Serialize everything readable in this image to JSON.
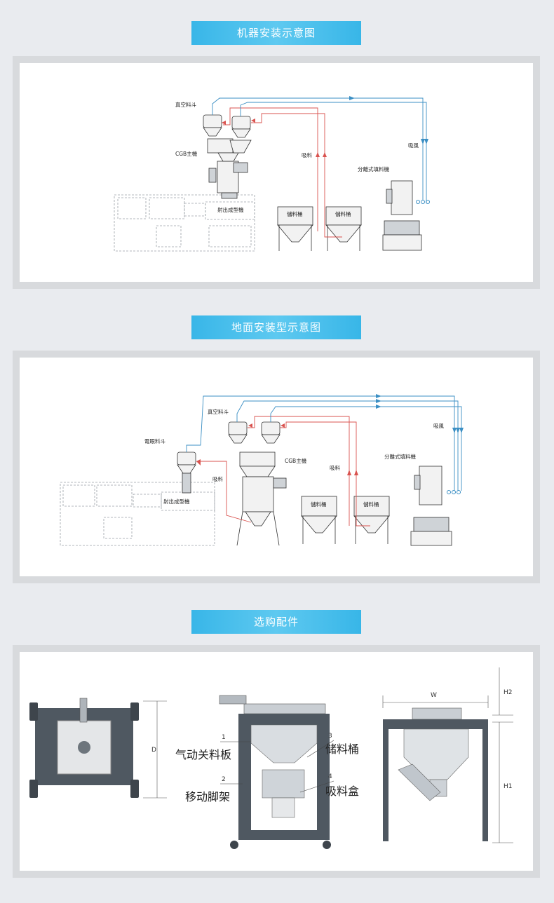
{
  "sections": [
    {
      "title": "机器安装示意图",
      "labels": {
        "hopper": "真空料斗",
        "main": "CGB主機",
        "injection": "射出成型機",
        "suction_air": "吸風",
        "suction_mat": "吸料",
        "separator": "分離式填料機",
        "bin1": "儲料桶",
        "bin2": "儲料桶"
      }
    },
    {
      "title": "地面安装型示意图",
      "labels": {
        "hopper": "真空料斗",
        "eye_hopper": "電眼料斗",
        "main": "CGB主機",
        "injection": "射出成型機",
        "suction_air": "吸風",
        "suction_mat1": "吸料",
        "suction_mat2": "吸料",
        "separator": "分離式填料機",
        "bin1": "儲料桶",
        "bin2": "儲料桶"
      }
    },
    {
      "title": "选购配件",
      "labels": {
        "n1": "1",
        "n2": "2",
        "n3": "3",
        "n4": "4",
        "part1": "气动关料板",
        "part2": "移动脚架",
        "part3": "储料桶",
        "part4": "吸料盒",
        "dim_d": "D",
        "dim_w": "W",
        "dim_h1": "H1",
        "dim_h2": "H2"
      }
    }
  ],
  "colors": {
    "title_bg": "#38b6e8",
    "page_bg": "#e9ebef",
    "suction_line": "#d9534f",
    "air_line": "#3b8fc4"
  }
}
